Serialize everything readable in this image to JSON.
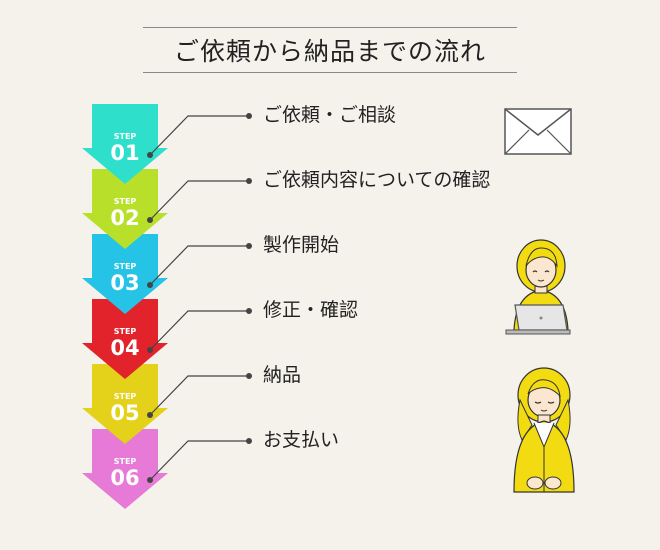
{
  "title": "ご依頼から納品までの流れ",
  "step_word": "STEP",
  "steps": [
    {
      "num": "01",
      "label": "ご依頼・ご相談",
      "color": "#2ee0cc"
    },
    {
      "num": "02",
      "label": "ご依頼内容についての確認",
      "color": "#b8e02a"
    },
    {
      "num": "03",
      "label": "製作開始",
      "color": "#25c3e6"
    },
    {
      "num": "04",
      "label": "修正・確認",
      "color": "#e2232b"
    },
    {
      "num": "05",
      "label": "納品",
      "color": "#e3d11a"
    },
    {
      "num": "06",
      "label": "お支払い",
      "color": "#e67ad6"
    }
  ],
  "icons": [
    "envelope-icon",
    "woman-laptop-icon",
    "woman-bowing-icon"
  ]
}
